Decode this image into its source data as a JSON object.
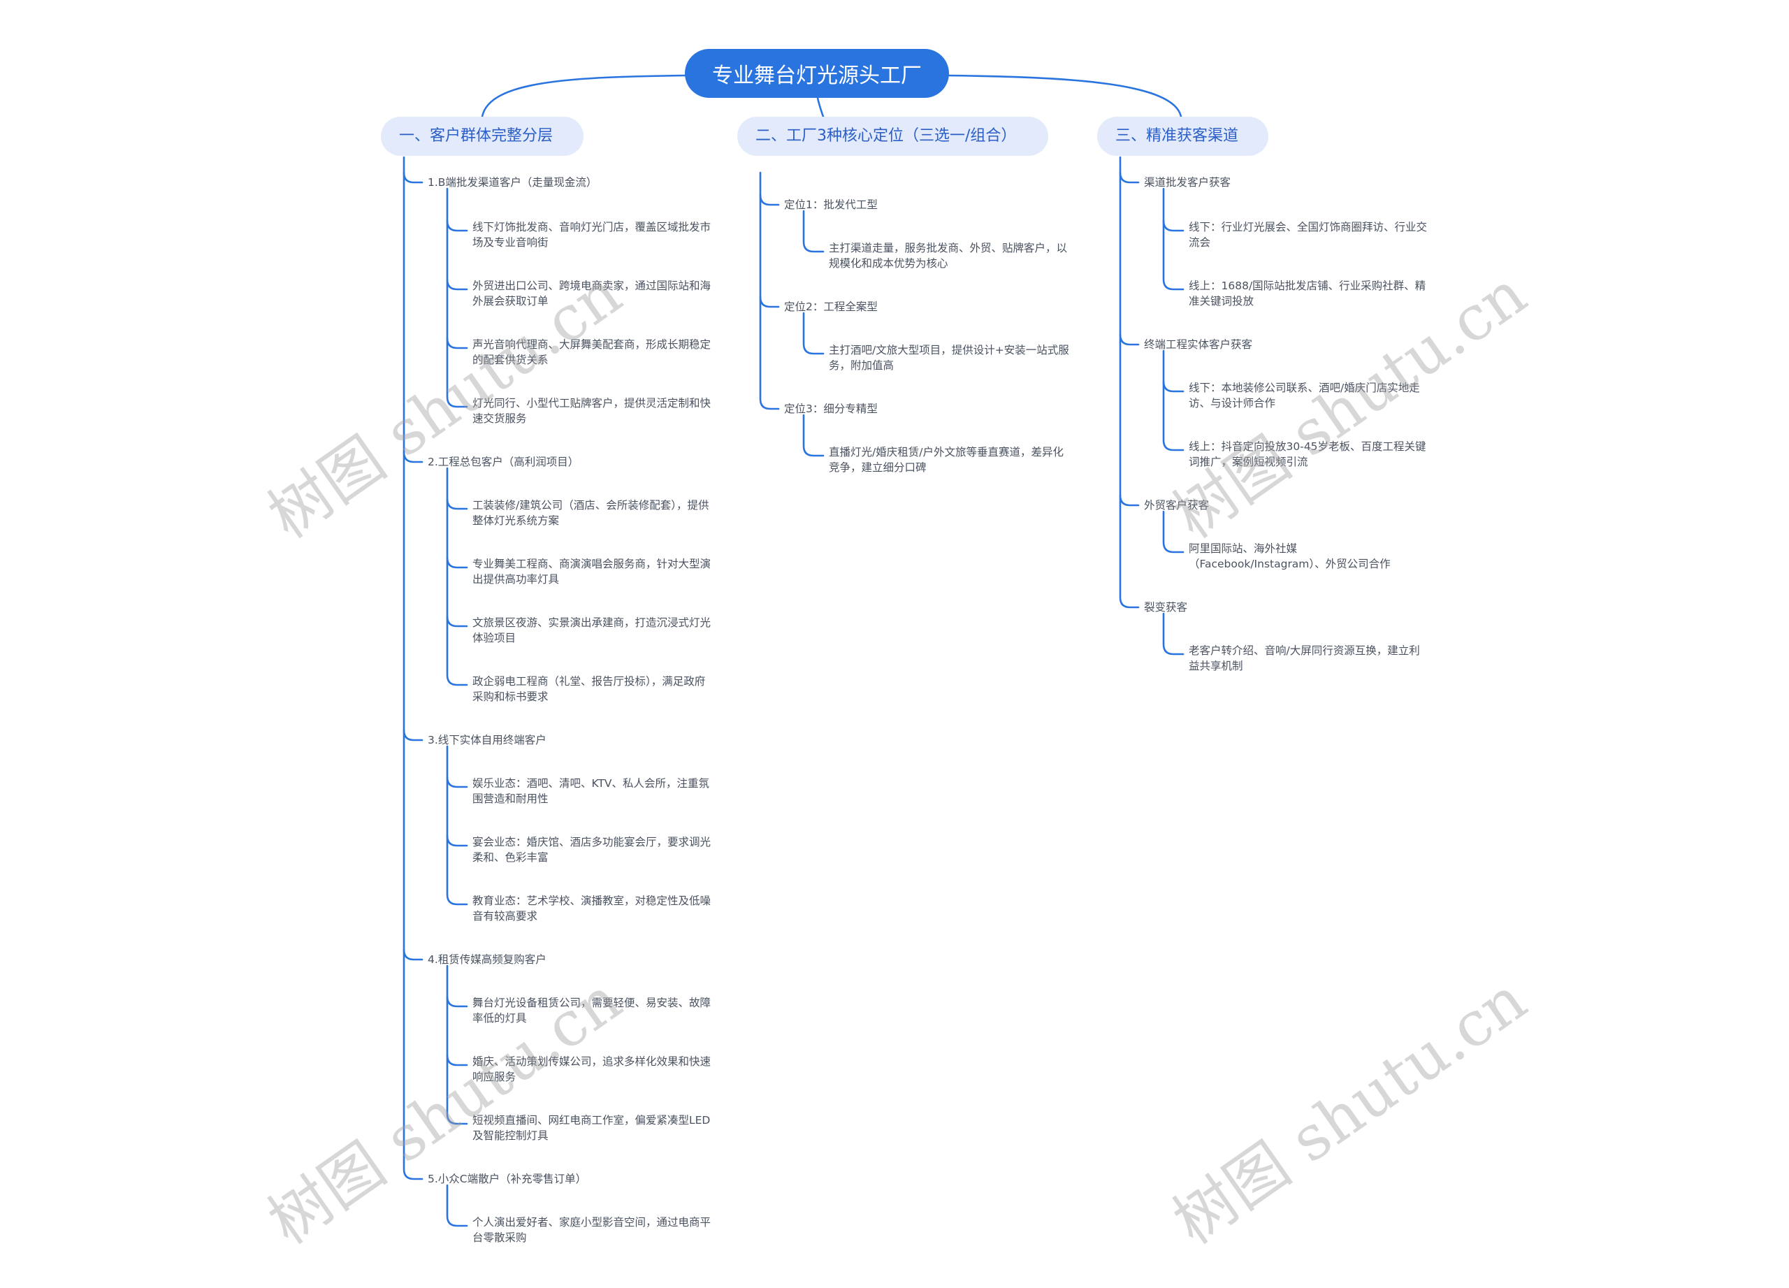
{
  "root": {
    "title": "专业舞台灯光源头工厂"
  },
  "branches": [
    {
      "title": "一、客户群体完整分层",
      "children": [
        {
          "title": "1.B端批发渠道客户（走量现金流）",
          "items": [
            "线下灯饰批发商、音响灯光门店，覆盖区域批发市场及专业音响街",
            "外贸进出口公司、跨境电商卖家，通过国际站和海外展会获取订单",
            "声光音响代理商、大屏舞美配套商，形成长期稳定的配套供货关系",
            "灯光同行、小型代工贴牌客户，提供灵活定制和快速交货服务"
          ]
        },
        {
          "title": "2.工程总包客户（高利润项目）",
          "items": [
            "工装装修/建筑公司（酒店、会所装修配套），提供整体灯光系统方案",
            "专业舞美工程商、商演演唱会服务商，针对大型演出提供高功率灯具",
            "文旅景区夜游、实景演出承建商，打造沉浸式灯光体验项目",
            "政企弱电工程商（礼堂、报告厅投标），满足政府采购和标书要求"
          ]
        },
        {
          "title": "3.线下实体自用终端客户",
          "items": [
            "娱乐业态：酒吧、清吧、KTV、私人会所，注重氛围营造和耐用性",
            "宴会业态：婚庆馆、酒店多功能宴会厅，要求调光柔和、色彩丰富",
            "教育业态：艺术学校、演播教室，对稳定性及低噪音有较高要求"
          ]
        },
        {
          "title": "4.租赁传媒高频复购客户",
          "items": [
            "舞台灯光设备租赁公司，需要轻便、易安装、故障率低的灯具",
            "婚庆、活动策划传媒公司，追求多样化效果和快速响应服务",
            "短视频直播间、网红电商工作室，偏爱紧凑型LED及智能控制灯具"
          ]
        },
        {
          "title": "5.小众C端散户（补充零售订单）",
          "items": [
            "个人演出爱好者、家庭小型影音空间，通过电商平台零散采购"
          ]
        }
      ]
    },
    {
      "title": "二、工厂3种核心定位（三选一/组合）",
      "children": [
        {
          "title": "定位1：批发代工型",
          "items": [
            "主打渠道走量，服务批发商、外贸、贴牌客户，以规模化和成本优势为核心"
          ]
        },
        {
          "title": "定位2：工程全案型",
          "items": [
            "主打酒吧/文旅大型项目，提供设计+安装一站式服务，附加值高"
          ]
        },
        {
          "title": "定位3：细分专精型",
          "items": [
            "直播灯光/婚庆租赁/户外文旅等垂直赛道，差异化竞争，建立细分口碑"
          ]
        }
      ]
    },
    {
      "title": "三、精准获客渠道",
      "children": [
        {
          "title": "渠道批发客户获客",
          "items": [
            "线下：行业灯光展会、全国灯饰商圈拜访、行业交流会",
            "线上：1688/国际站批发店铺、行业采购社群、精准关键词投放"
          ]
        },
        {
          "title": "终端工程实体客户获客",
          "items": [
            "线下：本地装修公司联系、酒吧/婚庆门店实地走访、与设计师合作",
            "线上：抖音定向投放30-45岁老板、百度工程关键词推广，案例短视频引流"
          ]
        },
        {
          "title": "外贸客户获客",
          "items": [
            "阿里国际站、海外社媒（Facebook/Instagram）、外贸公司合作"
          ]
        },
        {
          "title": "裂变获客",
          "items": [
            "老客户转介绍、音响/大屏同行资源互换，建立利益共享机制"
          ]
        }
      ]
    }
  ],
  "watermark": "树图 shutu.cn",
  "colors": {
    "accent": "#2a74e0",
    "branch_bg": "#e3eafb",
    "branch_text": "#2b5fc7",
    "text": "#4a5260"
  }
}
